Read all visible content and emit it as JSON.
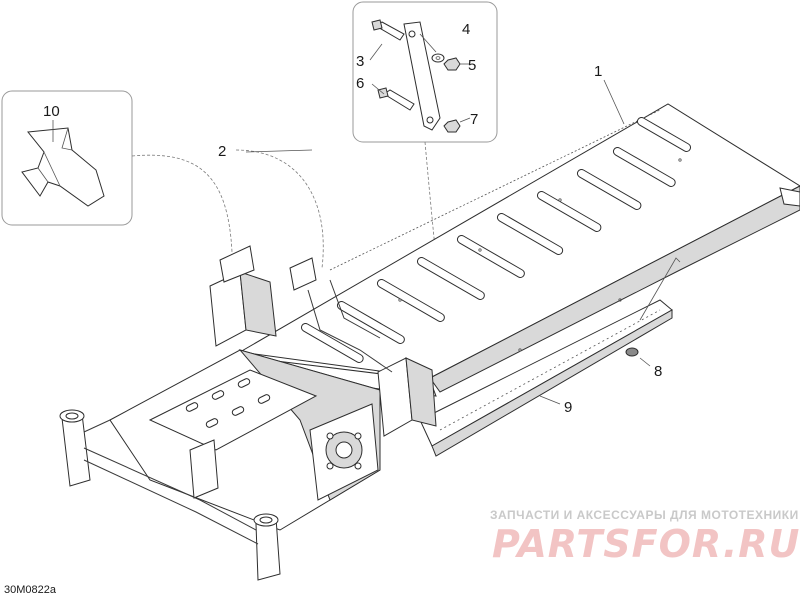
{
  "diagram": {
    "callouts": [
      "1",
      "2",
      "3",
      "4",
      "5",
      "6",
      "7",
      "8",
      "9",
      "10"
    ],
    "drawing_code": "30M0822a"
  },
  "watermark": {
    "caption": "ЗАПЧАСТИ И АКСЕССУАРЫ ДЛЯ МОТОТЕХНИКИ",
    "logo": "PARTSFOR.RU",
    "colors": {
      "logo": "#f2c4c4",
      "caption": "#c9c9c9"
    }
  }
}
